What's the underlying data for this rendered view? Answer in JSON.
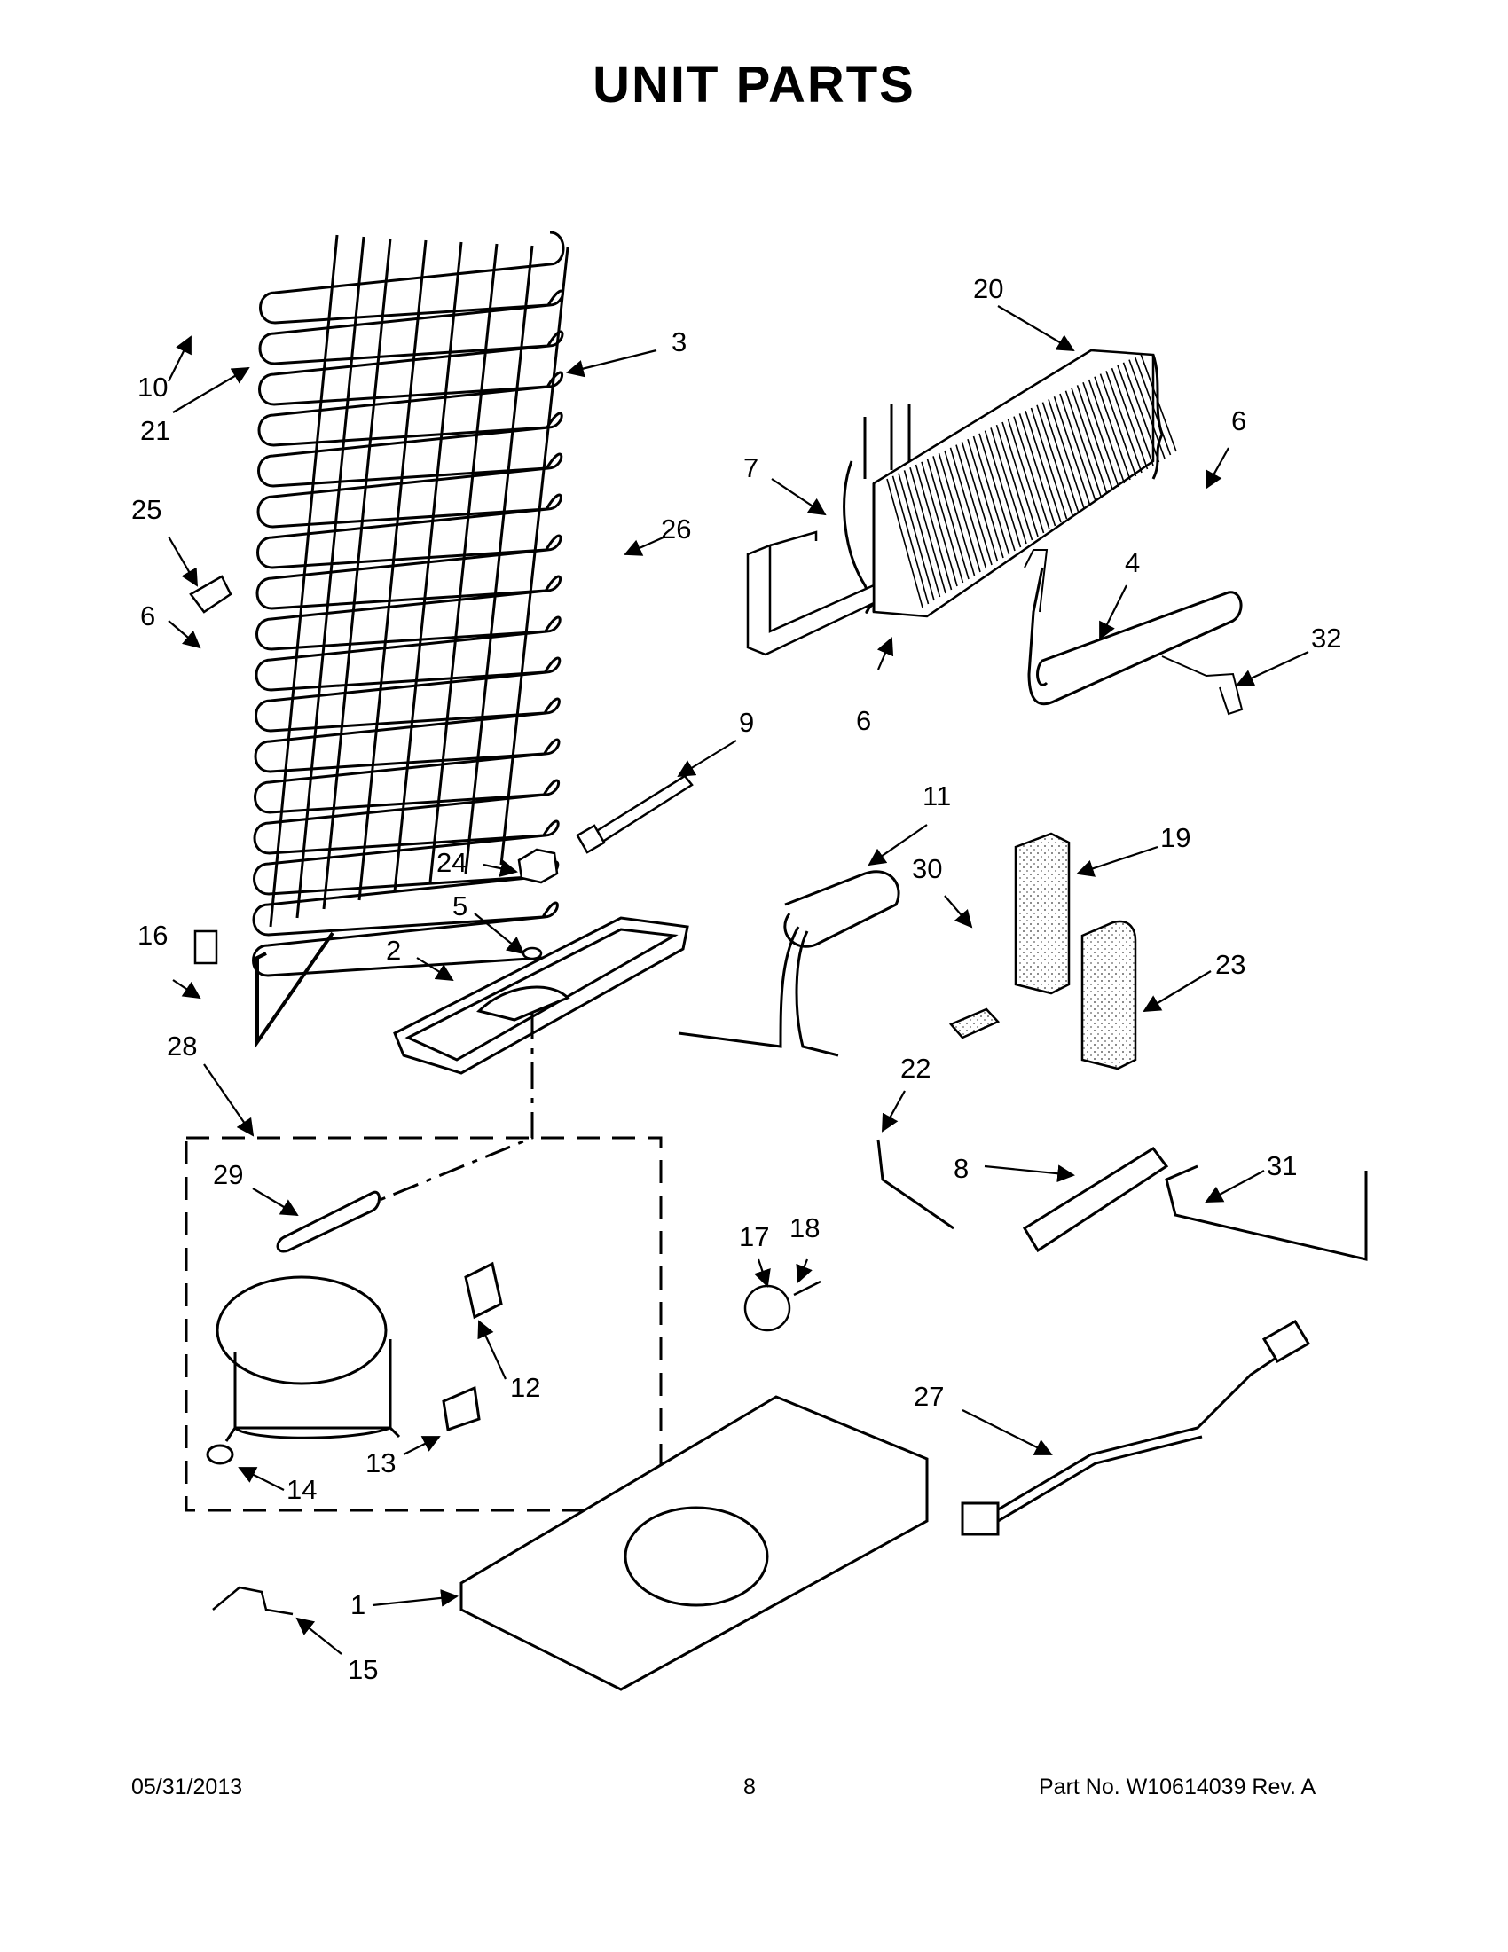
{
  "title": "UNIT PARTS",
  "callouts": {
    "c1": "1",
    "c2": "2",
    "c3": "3",
    "c4": "4",
    "c5": "5",
    "c6a": "6",
    "c6b": "6",
    "c6c": "6",
    "c7": "7",
    "c8": "8",
    "c9": "9",
    "c10": "10",
    "c11": "11",
    "c12": "12",
    "c13": "13",
    "c14": "14",
    "c15": "15",
    "c16": "16",
    "c17": "17",
    "c18": "18",
    "c19": "19",
    "c20": "20",
    "c21": "21",
    "c22": "22",
    "c23": "23",
    "c24": "24",
    "c25": "25",
    "c26": "26",
    "c27": "27",
    "c28": "28",
    "c29": "29",
    "c30": "30",
    "c31": "31",
    "c32": "32"
  },
  "footer": {
    "date": "05/31/2013",
    "page": "8",
    "part_no": "Part No.  W10614039  Rev.  A"
  }
}
